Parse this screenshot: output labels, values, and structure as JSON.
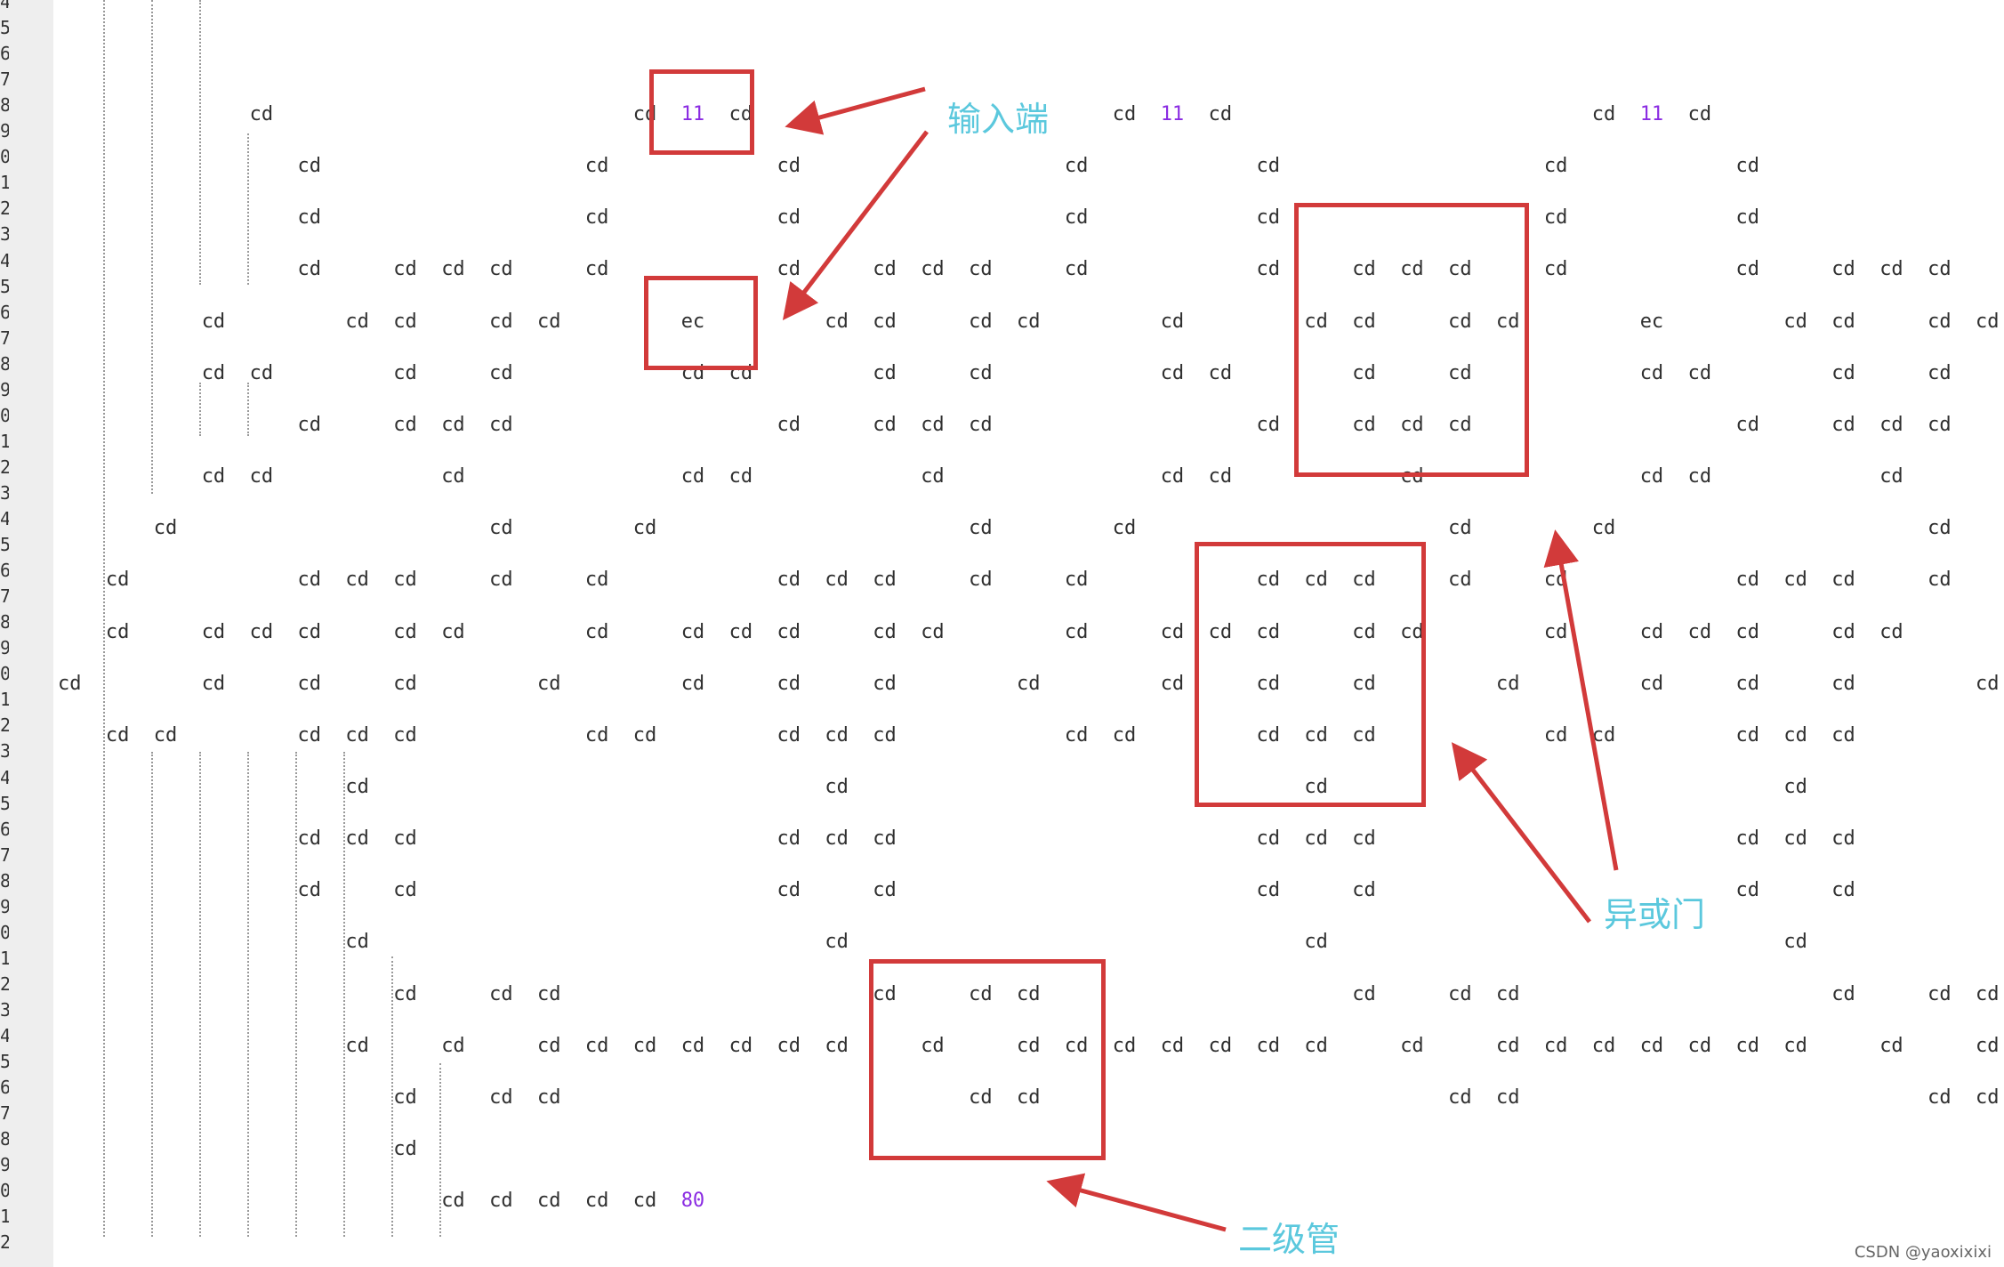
{
  "gutter_digits": [
    "4",
    "5",
    "6",
    "7",
    "8",
    "9",
    "0",
    "1",
    "2",
    "3",
    "4",
    "5",
    "6",
    "7",
    "8",
    "9",
    "0",
    "1",
    "2",
    "3",
    "4",
    "5",
    "6",
    "7",
    "8",
    "9",
    "0",
    "1",
    "2",
    "3",
    "4",
    "5",
    "6",
    "7",
    "8",
    "9",
    "0",
    "1",
    "2",
    "3",
    "4",
    "5",
    "6",
    "7",
    "8",
    "9",
    "0",
    "1",
    "2"
  ],
  "tokens": [
    {
      "r": 0,
      "c": 4,
      "t": "cd"
    },
    {
      "r": 0,
      "c": 12,
      "t": "cd"
    },
    {
      "r": 0,
      "c": 13,
      "t": "11",
      "num": true
    },
    {
      "r": 0,
      "c": 14,
      "t": "cd"
    },
    {
      "r": 0,
      "c": 22,
      "t": "cd"
    },
    {
      "r": 0,
      "c": 23,
      "t": "11",
      "num": true
    },
    {
      "r": 0,
      "c": 24,
      "t": "cd"
    },
    {
      "r": 0,
      "c": 32,
      "t": "cd"
    },
    {
      "r": 0,
      "c": 33,
      "t": "11",
      "num": true
    },
    {
      "r": 0,
      "c": 34,
      "t": "cd"
    },
    {
      "r": 1,
      "c": 5,
      "t": "cd"
    },
    {
      "r": 1,
      "c": 11,
      "t": "cd"
    },
    {
      "r": 1,
      "c": 15,
      "t": "cd"
    },
    {
      "r": 1,
      "c": 21,
      "t": "cd"
    },
    {
      "r": 1,
      "c": 25,
      "t": "cd"
    },
    {
      "r": 1,
      "c": 31,
      "t": "cd"
    },
    {
      "r": 1,
      "c": 35,
      "t": "cd"
    },
    {
      "r": 2,
      "c": 5,
      "t": "cd"
    },
    {
      "r": 2,
      "c": 11,
      "t": "cd"
    },
    {
      "r": 2,
      "c": 15,
      "t": "cd"
    },
    {
      "r": 2,
      "c": 21,
      "t": "cd"
    },
    {
      "r": 2,
      "c": 25,
      "t": "cd"
    },
    {
      "r": 2,
      "c": 31,
      "t": "cd"
    },
    {
      "r": 2,
      "c": 35,
      "t": "cd"
    },
    {
      "r": 3,
      "c": 5,
      "t": "cd"
    },
    {
      "r": 3,
      "c": 7,
      "t": "cd"
    },
    {
      "r": 3,
      "c": 8,
      "t": "cd"
    },
    {
      "r": 3,
      "c": 9,
      "t": "cd"
    },
    {
      "r": 3,
      "c": 11,
      "t": "cd"
    },
    {
      "r": 3,
      "c": 15,
      "t": "cd"
    },
    {
      "r": 3,
      "c": 17,
      "t": "cd"
    },
    {
      "r": 3,
      "c": 18,
      "t": "cd"
    },
    {
      "r": 3,
      "c": 19,
      "t": "cd"
    },
    {
      "r": 3,
      "c": 21,
      "t": "cd"
    },
    {
      "r": 3,
      "c": 25,
      "t": "cd"
    },
    {
      "r": 3,
      "c": 27,
      "t": "cd"
    },
    {
      "r": 3,
      "c": 28,
      "t": "cd"
    },
    {
      "r": 3,
      "c": 29,
      "t": "cd"
    },
    {
      "r": 3,
      "c": 31,
      "t": "cd"
    },
    {
      "r": 3,
      "c": 35,
      "t": "cd"
    },
    {
      "r": 3,
      "c": 37,
      "t": "cd"
    },
    {
      "r": 3,
      "c": 38,
      "t": "cd"
    },
    {
      "r": 3,
      "c": 39,
      "t": "cd"
    },
    {
      "r": 4,
      "c": 3,
      "t": "cd"
    },
    {
      "r": 4,
      "c": 6,
      "t": "cd"
    },
    {
      "r": 4,
      "c": 7,
      "t": "cd"
    },
    {
      "r": 4,
      "c": 9,
      "t": "cd"
    },
    {
      "r": 4,
      "c": 10,
      "t": "cd"
    },
    {
      "r": 4,
      "c": 13,
      "t": "ec"
    },
    {
      "r": 4,
      "c": 16,
      "t": "cd"
    },
    {
      "r": 4,
      "c": 17,
      "t": "cd"
    },
    {
      "r": 4,
      "c": 19,
      "t": "cd"
    },
    {
      "r": 4,
      "c": 20,
      "t": "cd"
    },
    {
      "r": 4,
      "c": 23,
      "t": "cd"
    },
    {
      "r": 4,
      "c": 26,
      "t": "cd"
    },
    {
      "r": 4,
      "c": 27,
      "t": "cd"
    },
    {
      "r": 4,
      "c": 29,
      "t": "cd"
    },
    {
      "r": 4,
      "c": 30,
      "t": "cd"
    },
    {
      "r": 4,
      "c": 33,
      "t": "ec"
    },
    {
      "r": 4,
      "c": 36,
      "t": "cd"
    },
    {
      "r": 4,
      "c": 37,
      "t": "cd"
    },
    {
      "r": 4,
      "c": 39,
      "t": "cd"
    },
    {
      "r": 4,
      "c": 40,
      "t": "cd"
    },
    {
      "r": 5,
      "c": 3,
      "t": "cd"
    },
    {
      "r": 5,
      "c": 4,
      "t": "cd"
    },
    {
      "r": 5,
      "c": 7,
      "t": "cd"
    },
    {
      "r": 5,
      "c": 9,
      "t": "cd"
    },
    {
      "r": 5,
      "c": 13,
      "t": "cd"
    },
    {
      "r": 5,
      "c": 14,
      "t": "cd"
    },
    {
      "r": 5,
      "c": 17,
      "t": "cd"
    },
    {
      "r": 5,
      "c": 19,
      "t": "cd"
    },
    {
      "r": 5,
      "c": 23,
      "t": "cd"
    },
    {
      "r": 5,
      "c": 24,
      "t": "cd"
    },
    {
      "r": 5,
      "c": 27,
      "t": "cd"
    },
    {
      "r": 5,
      "c": 29,
      "t": "cd"
    },
    {
      "r": 5,
      "c": 33,
      "t": "cd"
    },
    {
      "r": 5,
      "c": 34,
      "t": "cd"
    },
    {
      "r": 5,
      "c": 37,
      "t": "cd"
    },
    {
      "r": 5,
      "c": 39,
      "t": "cd"
    },
    {
      "r": 6,
      "c": 5,
      "t": "cd"
    },
    {
      "r": 6,
      "c": 7,
      "t": "cd"
    },
    {
      "r": 6,
      "c": 8,
      "t": "cd"
    },
    {
      "r": 6,
      "c": 9,
      "t": "cd"
    },
    {
      "r": 6,
      "c": 15,
      "t": "cd"
    },
    {
      "r": 6,
      "c": 17,
      "t": "cd"
    },
    {
      "r": 6,
      "c": 18,
      "t": "cd"
    },
    {
      "r": 6,
      "c": 19,
      "t": "cd"
    },
    {
      "r": 6,
      "c": 25,
      "t": "cd"
    },
    {
      "r": 6,
      "c": 27,
      "t": "cd"
    },
    {
      "r": 6,
      "c": 28,
      "t": "cd"
    },
    {
      "r": 6,
      "c": 29,
      "t": "cd"
    },
    {
      "r": 6,
      "c": 35,
      "t": "cd"
    },
    {
      "r": 6,
      "c": 37,
      "t": "cd"
    },
    {
      "r": 6,
      "c": 38,
      "t": "cd"
    },
    {
      "r": 6,
      "c": 39,
      "t": "cd"
    },
    {
      "r": 7,
      "c": 3,
      "t": "cd"
    },
    {
      "r": 7,
      "c": 4,
      "t": "cd"
    },
    {
      "r": 7,
      "c": 8,
      "t": "cd"
    },
    {
      "r": 7,
      "c": 13,
      "t": "cd"
    },
    {
      "r": 7,
      "c": 14,
      "t": "cd"
    },
    {
      "r": 7,
      "c": 18,
      "t": "cd"
    },
    {
      "r": 7,
      "c": 23,
      "t": "cd"
    },
    {
      "r": 7,
      "c": 24,
      "t": "cd"
    },
    {
      "r": 7,
      "c": 28,
      "t": "cd"
    },
    {
      "r": 7,
      "c": 33,
      "t": "cd"
    },
    {
      "r": 7,
      "c": 34,
      "t": "cd"
    },
    {
      "r": 7,
      "c": 38,
      "t": "cd"
    },
    {
      "r": 8,
      "c": 2,
      "t": "cd"
    },
    {
      "r": 8,
      "c": 9,
      "t": "cd"
    },
    {
      "r": 8,
      "c": 12,
      "t": "cd"
    },
    {
      "r": 8,
      "c": 19,
      "t": "cd"
    },
    {
      "r": 8,
      "c": 22,
      "t": "cd"
    },
    {
      "r": 8,
      "c": 29,
      "t": "cd"
    },
    {
      "r": 8,
      "c": 32,
      "t": "cd"
    },
    {
      "r": 8,
      "c": 39,
      "t": "cd"
    },
    {
      "r": 9,
      "c": 1,
      "t": "cd"
    },
    {
      "r": 9,
      "c": 5,
      "t": "cd"
    },
    {
      "r": 9,
      "c": 6,
      "t": "cd"
    },
    {
      "r": 9,
      "c": 7,
      "t": "cd"
    },
    {
      "r": 9,
      "c": 9,
      "t": "cd"
    },
    {
      "r": 9,
      "c": 11,
      "t": "cd"
    },
    {
      "r": 9,
      "c": 15,
      "t": "cd"
    },
    {
      "r": 9,
      "c": 16,
      "t": "cd"
    },
    {
      "r": 9,
      "c": 17,
      "t": "cd"
    },
    {
      "r": 9,
      "c": 19,
      "t": "cd"
    },
    {
      "r": 9,
      "c": 21,
      "t": "cd"
    },
    {
      "r": 9,
      "c": 25,
      "t": "cd"
    },
    {
      "r": 9,
      "c": 26,
      "t": "cd"
    },
    {
      "r": 9,
      "c": 27,
      "t": "cd"
    },
    {
      "r": 9,
      "c": 29,
      "t": "cd"
    },
    {
      "r": 9,
      "c": 31,
      "t": "cd"
    },
    {
      "r": 9,
      "c": 35,
      "t": "cd"
    },
    {
      "r": 9,
      "c": 36,
      "t": "cd"
    },
    {
      "r": 9,
      "c": 37,
      "t": "cd"
    },
    {
      "r": 9,
      "c": 39,
      "t": "cd"
    },
    {
      "r": 10,
      "c": 1,
      "t": "cd"
    },
    {
      "r": 10,
      "c": 3,
      "t": "cd"
    },
    {
      "r": 10,
      "c": 4,
      "t": "cd"
    },
    {
      "r": 10,
      "c": 5,
      "t": "cd"
    },
    {
      "r": 10,
      "c": 7,
      "t": "cd"
    },
    {
      "r": 10,
      "c": 8,
      "t": "cd"
    },
    {
      "r": 10,
      "c": 11,
      "t": "cd"
    },
    {
      "r": 10,
      "c": 13,
      "t": "cd"
    },
    {
      "r": 10,
      "c": 14,
      "t": "cd"
    },
    {
      "r": 10,
      "c": 15,
      "t": "cd"
    },
    {
      "r": 10,
      "c": 17,
      "t": "cd"
    },
    {
      "r": 10,
      "c": 18,
      "t": "cd"
    },
    {
      "r": 10,
      "c": 21,
      "t": "cd"
    },
    {
      "r": 10,
      "c": 23,
      "t": "cd"
    },
    {
      "r": 10,
      "c": 24,
      "t": "cd"
    },
    {
      "r": 10,
      "c": 25,
      "t": "cd"
    },
    {
      "r": 10,
      "c": 27,
      "t": "cd"
    },
    {
      "r": 10,
      "c": 28,
      "t": "cd"
    },
    {
      "r": 10,
      "c": 31,
      "t": "cd"
    },
    {
      "r": 10,
      "c": 33,
      "t": "cd"
    },
    {
      "r": 10,
      "c": 34,
      "t": "cd"
    },
    {
      "r": 10,
      "c": 35,
      "t": "cd"
    },
    {
      "r": 10,
      "c": 37,
      "t": "cd"
    },
    {
      "r": 10,
      "c": 38,
      "t": "cd"
    },
    {
      "r": 11,
      "c": 0,
      "t": "cd"
    },
    {
      "r": 11,
      "c": 3,
      "t": "cd"
    },
    {
      "r": 11,
      "c": 5,
      "t": "cd"
    },
    {
      "r": 11,
      "c": 7,
      "t": "cd"
    },
    {
      "r": 11,
      "c": 10,
      "t": "cd"
    },
    {
      "r": 11,
      "c": 13,
      "t": "cd"
    },
    {
      "r": 11,
      "c": 15,
      "t": "cd"
    },
    {
      "r": 11,
      "c": 17,
      "t": "cd"
    },
    {
      "r": 11,
      "c": 20,
      "t": "cd"
    },
    {
      "r": 11,
      "c": 23,
      "t": "cd"
    },
    {
      "r": 11,
      "c": 25,
      "t": "cd"
    },
    {
      "r": 11,
      "c": 27,
      "t": "cd"
    },
    {
      "r": 11,
      "c": 30,
      "t": "cd"
    },
    {
      "r": 11,
      "c": 33,
      "t": "cd"
    },
    {
      "r": 11,
      "c": 35,
      "t": "cd"
    },
    {
      "r": 11,
      "c": 37,
      "t": "cd"
    },
    {
      "r": 11,
      "c": 40,
      "t": "cd"
    },
    {
      "r": 12,
      "c": 1,
      "t": "cd"
    },
    {
      "r": 12,
      "c": 2,
      "t": "cd"
    },
    {
      "r": 12,
      "c": 5,
      "t": "cd"
    },
    {
      "r": 12,
      "c": 6,
      "t": "cd"
    },
    {
      "r": 12,
      "c": 7,
      "t": "cd"
    },
    {
      "r": 12,
      "c": 11,
      "t": "cd"
    },
    {
      "r": 12,
      "c": 12,
      "t": "cd"
    },
    {
      "r": 12,
      "c": 15,
      "t": "cd"
    },
    {
      "r": 12,
      "c": 16,
      "t": "cd"
    },
    {
      "r": 12,
      "c": 17,
      "t": "cd"
    },
    {
      "r": 12,
      "c": 21,
      "t": "cd"
    },
    {
      "r": 12,
      "c": 22,
      "t": "cd"
    },
    {
      "r": 12,
      "c": 25,
      "t": "cd"
    },
    {
      "r": 12,
      "c": 26,
      "t": "cd"
    },
    {
      "r": 12,
      "c": 27,
      "t": "cd"
    },
    {
      "r": 12,
      "c": 31,
      "t": "cd"
    },
    {
      "r": 12,
      "c": 32,
      "t": "cd"
    },
    {
      "r": 12,
      "c": 35,
      "t": "cd"
    },
    {
      "r": 12,
      "c": 36,
      "t": "cd"
    },
    {
      "r": 12,
      "c": 37,
      "t": "cd"
    },
    {
      "r": 13,
      "c": 6,
      "t": "cd"
    },
    {
      "r": 13,
      "c": 16,
      "t": "cd"
    },
    {
      "r": 13,
      "c": 26,
      "t": "cd"
    },
    {
      "r": 13,
      "c": 36,
      "t": "cd"
    },
    {
      "r": 14,
      "c": 5,
      "t": "cd"
    },
    {
      "r": 14,
      "c": 6,
      "t": "cd"
    },
    {
      "r": 14,
      "c": 7,
      "t": "cd"
    },
    {
      "r": 14,
      "c": 15,
      "t": "cd"
    },
    {
      "r": 14,
      "c": 16,
      "t": "cd"
    },
    {
      "r": 14,
      "c": 17,
      "t": "cd"
    },
    {
      "r": 14,
      "c": 25,
      "t": "cd"
    },
    {
      "r": 14,
      "c": 26,
      "t": "cd"
    },
    {
      "r": 14,
      "c": 27,
      "t": "cd"
    },
    {
      "r": 14,
      "c": 35,
      "t": "cd"
    },
    {
      "r": 14,
      "c": 36,
      "t": "cd"
    },
    {
      "r": 14,
      "c": 37,
      "t": "cd"
    },
    {
      "r": 15,
      "c": 5,
      "t": "cd"
    },
    {
      "r": 15,
      "c": 7,
      "t": "cd"
    },
    {
      "r": 15,
      "c": 15,
      "t": "cd"
    },
    {
      "r": 15,
      "c": 17,
      "t": "cd"
    },
    {
      "r": 15,
      "c": 25,
      "t": "cd"
    },
    {
      "r": 15,
      "c": 27,
      "t": "cd"
    },
    {
      "r": 15,
      "c": 35,
      "t": "cd"
    },
    {
      "r": 15,
      "c": 37,
      "t": "cd"
    },
    {
      "r": 16,
      "c": 6,
      "t": "cd"
    },
    {
      "r": 16,
      "c": 16,
      "t": "cd"
    },
    {
      "r": 16,
      "c": 26,
      "t": "cd"
    },
    {
      "r": 16,
      "c": 36,
      "t": "cd"
    },
    {
      "r": 17,
      "c": 7,
      "t": "cd"
    },
    {
      "r": 17,
      "c": 9,
      "t": "cd"
    },
    {
      "r": 17,
      "c": 10,
      "t": "cd"
    },
    {
      "r": 17,
      "c": 17,
      "t": "cd"
    },
    {
      "r": 17,
      "c": 19,
      "t": "cd"
    },
    {
      "r": 17,
      "c": 20,
      "t": "cd"
    },
    {
      "r": 17,
      "c": 27,
      "t": "cd"
    },
    {
      "r": 17,
      "c": 29,
      "t": "cd"
    },
    {
      "r": 17,
      "c": 30,
      "t": "cd"
    },
    {
      "r": 17,
      "c": 37,
      "t": "cd"
    },
    {
      "r": 17,
      "c": 39,
      "t": "cd"
    },
    {
      "r": 17,
      "c": 40,
      "t": "cd"
    },
    {
      "r": 18,
      "c": 6,
      "t": "cd"
    },
    {
      "r": 18,
      "c": 8,
      "t": "cd"
    },
    {
      "r": 18,
      "c": 10,
      "t": "cd"
    },
    {
      "r": 18,
      "c": 11,
      "t": "cd"
    },
    {
      "r": 18,
      "c": 12,
      "t": "cd"
    },
    {
      "r": 18,
      "c": 13,
      "t": "cd"
    },
    {
      "r": 18,
      "c": 14,
      "t": "cd"
    },
    {
      "r": 18,
      "c": 15,
      "t": "cd"
    },
    {
      "r": 18,
      "c": 16,
      "t": "cd"
    },
    {
      "r": 18,
      "c": 18,
      "t": "cd"
    },
    {
      "r": 18,
      "c": 20,
      "t": "cd"
    },
    {
      "r": 18,
      "c": 21,
      "t": "cd"
    },
    {
      "r": 18,
      "c": 22,
      "t": "cd"
    },
    {
      "r": 18,
      "c": 23,
      "t": "cd"
    },
    {
      "r": 18,
      "c": 24,
      "t": "cd"
    },
    {
      "r": 18,
      "c": 25,
      "t": "cd"
    },
    {
      "r": 18,
      "c": 26,
      "t": "cd"
    },
    {
      "r": 18,
      "c": 28,
      "t": "cd"
    },
    {
      "r": 18,
      "c": 30,
      "t": "cd"
    },
    {
      "r": 18,
      "c": 31,
      "t": "cd"
    },
    {
      "r": 18,
      "c": 32,
      "t": "cd"
    },
    {
      "r": 18,
      "c": 33,
      "t": "cd"
    },
    {
      "r": 18,
      "c": 34,
      "t": "cd"
    },
    {
      "r": 18,
      "c": 35,
      "t": "cd"
    },
    {
      "r": 18,
      "c": 36,
      "t": "cd"
    },
    {
      "r": 18,
      "c": 38,
      "t": "cd"
    },
    {
      "r": 18,
      "c": 40,
      "t": "cd"
    },
    {
      "r": 19,
      "c": 7,
      "t": "cd"
    },
    {
      "r": 19,
      "c": 9,
      "t": "cd"
    },
    {
      "r": 19,
      "c": 10,
      "t": "cd"
    },
    {
      "r": 19,
      "c": 19,
      "t": "cd"
    },
    {
      "r": 19,
      "c": 20,
      "t": "cd"
    },
    {
      "r": 19,
      "c": 29,
      "t": "cd"
    },
    {
      "r": 19,
      "c": 30,
      "t": "cd"
    },
    {
      "r": 19,
      "c": 39,
      "t": "cd"
    },
    {
      "r": 19,
      "c": 40,
      "t": "cd"
    },
    {
      "r": 20,
      "c": 7,
      "t": "cd"
    },
    {
      "r": 21,
      "c": 8,
      "t": "cd"
    },
    {
      "r": 21,
      "c": 9,
      "t": "cd"
    },
    {
      "r": 21,
      "c": 10,
      "t": "cd"
    },
    {
      "r": 21,
      "c": 11,
      "t": "cd"
    },
    {
      "r": 21,
      "c": 12,
      "t": "cd"
    },
    {
      "r": 21,
      "c": 13,
      "t": "80",
      "num": true
    }
  ],
  "annotations": {
    "input_label": "输入端",
    "xor_label": "异或门",
    "diode_label": "二级管"
  },
  "watermark": "CSDN @yaoxixixi",
  "colors": {
    "annotation_box": "#d23a3a",
    "annotation_text": "#5bc8dd",
    "number_literal": "#8a2be2",
    "code_text": "#303030"
  }
}
